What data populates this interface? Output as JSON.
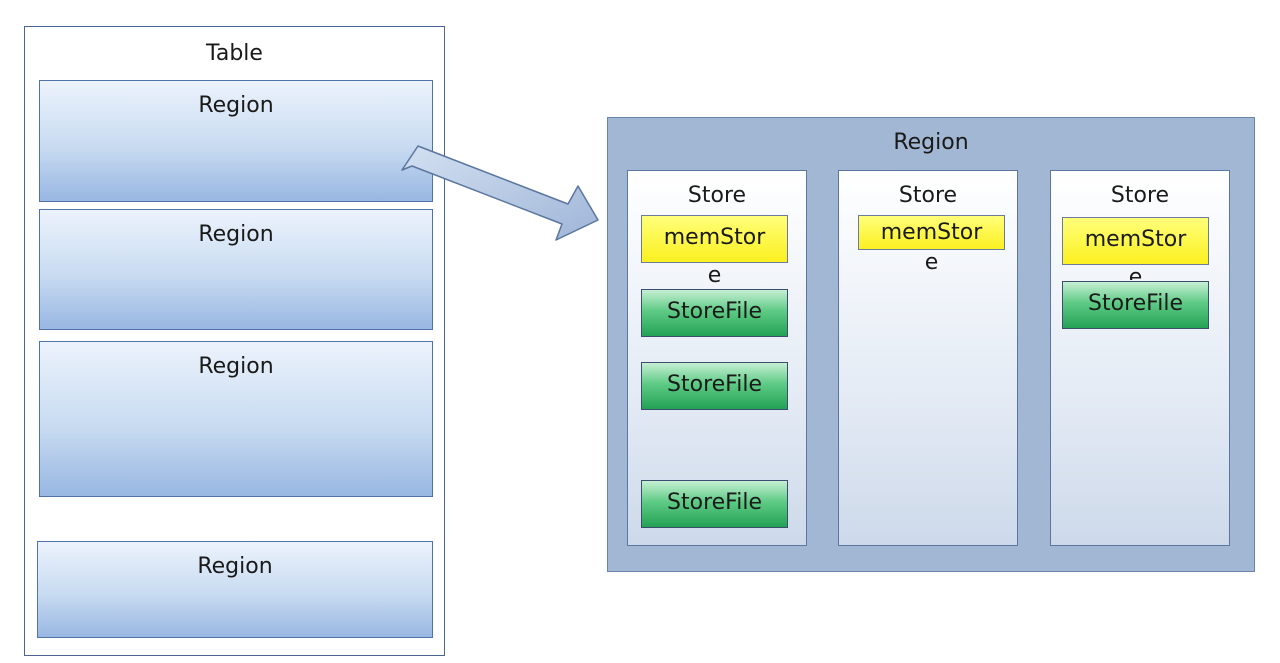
{
  "table": {
    "title": "Table",
    "regions": [
      "Region",
      "Region",
      "Region",
      "Region"
    ],
    "ellipsis": "......"
  },
  "region_detail": {
    "title": "Region",
    "stores": [
      {
        "label": "Store",
        "memstore_line1": "memStor",
        "memstore_line2": "e",
        "storefiles": [
          "StoreFile",
          "StoreFile",
          "StoreFile"
        ]
      },
      {
        "label": "Store",
        "memstore_line1": "memStor",
        "memstore_line2": "e",
        "storefiles": []
      },
      {
        "label": "Store",
        "memstore_line1": "memStor",
        "memstore_line2": "e",
        "storefiles": [
          "StoreFile"
        ]
      }
    ]
  },
  "colors": {
    "region_gradient_top": "#ecf3fc",
    "region_gradient_bottom": "#98b7e2",
    "big_region_bg": "#a2b7d3",
    "memstore_fill": "#fbf020",
    "storefile_fill": "#23a254",
    "arrow_fill": "#b7c9e3"
  }
}
